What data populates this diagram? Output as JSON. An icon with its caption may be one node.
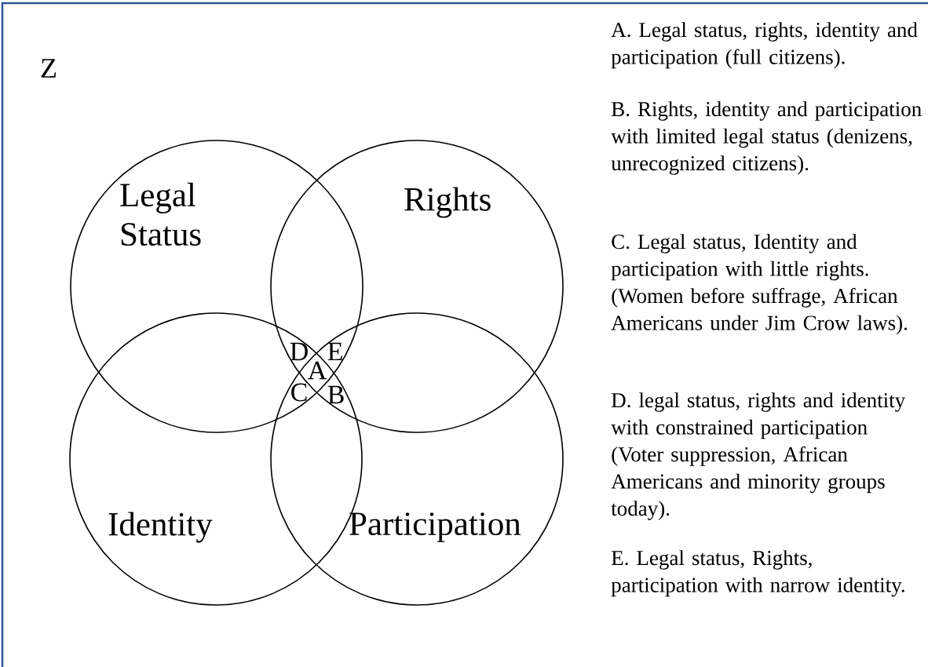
{
  "diagram": {
    "nodes": [
      {
        "text": [
          "Legal Status"
        ]
      },
      {
        "text": [
          "Rights"
        ]
      },
      {
        "text": [
          "Identity"
        ]
      },
      {
        "text": [
          "Participation"
        ]
      }
    ],
    "labels": [
      "Z",
      "D",
      "E",
      "A",
      "C",
      "B",
      "A. Legal status, rights, identity and participation (full citizens).",
      "B. Rights, identity and participation with limited legal status (denizens, unrecognized citizens).",
      "C. Legal status, Identity and participation with little rights. (Women before suffrage, African Americans under Jim Crow laws).",
      "D. legal status, rights and identity with constrained participation (Voter suppression, African Americans and minority groups today).",
      "E. Legal status, Rights, participation with narrow identity."
    ]
  }
}
